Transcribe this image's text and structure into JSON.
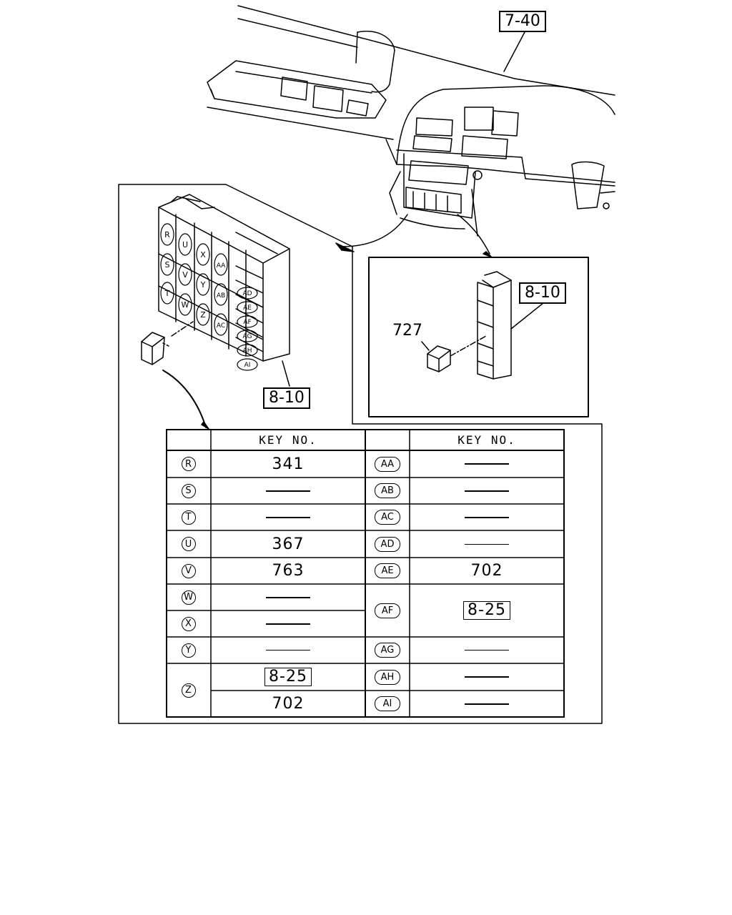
{
  "callouts": {
    "dashboard_ref": "7-40",
    "fuse_box_ref_upper": "8-10",
    "fuse_box_ref_lower": "8-10",
    "relay_part": "727"
  },
  "fuse_box_slots": [
    "R",
    "U",
    "X",
    "AA",
    "S",
    "V",
    "Y",
    "AB",
    "T",
    "W",
    "Z",
    "AC",
    "AD",
    "AE",
    "AF",
    "AG",
    "AH",
    "AI"
  ],
  "key_table": {
    "header_left": "KEY NO.",
    "header_right": "KEY NO.",
    "left_rows": [
      {
        "slot": "R",
        "value": "341"
      },
      {
        "slot": "S",
        "value": "———"
      },
      {
        "slot": "T",
        "value": "———"
      },
      {
        "slot": "U",
        "value": "367"
      },
      {
        "slot": "V",
        "value": "763"
      },
      {
        "slot": "W",
        "value": "———"
      },
      {
        "slot": "X",
        "value": "———"
      },
      {
        "slot": "Y",
        "value": "———"
      },
      {
        "slot": "Z",
        "value_top": "8-25",
        "value_bottom": "702"
      }
    ],
    "right_rows": [
      {
        "slot": "AA",
        "value": "———"
      },
      {
        "slot": "AB",
        "value": "———"
      },
      {
        "slot": "AC",
        "value": "———"
      },
      {
        "slot": "AD",
        "value": "———"
      },
      {
        "slot": "AE",
        "value": "702"
      },
      {
        "slot": "AF",
        "value": "8-25"
      },
      {
        "slot": "AG",
        "value": "———"
      },
      {
        "slot": "AH",
        "value": "———"
      },
      {
        "slot": "AI",
        "value": "———"
      }
    ]
  }
}
